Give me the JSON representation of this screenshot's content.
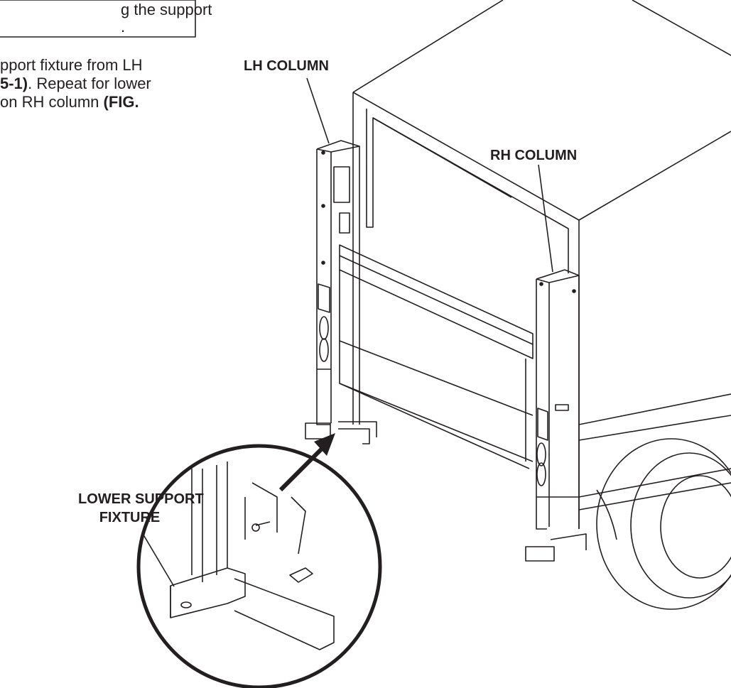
{
  "top_text": {
    "line1": "g the support",
    "line2": "."
  },
  "instruction": {
    "line1": "pport fixture from LH",
    "line2_bold": "5-1)",
    "line2_rest": ". Repeat for lower",
    "line3_start": "on RH column ",
    "line3_bold": "(FIG."
  },
  "labels": {
    "lh_column": "LH COLUMN",
    "rh_column": "RH COLUMN",
    "lower_support_line1": "LOWER SUPPORT",
    "lower_support_line2": "FIXTURE"
  }
}
